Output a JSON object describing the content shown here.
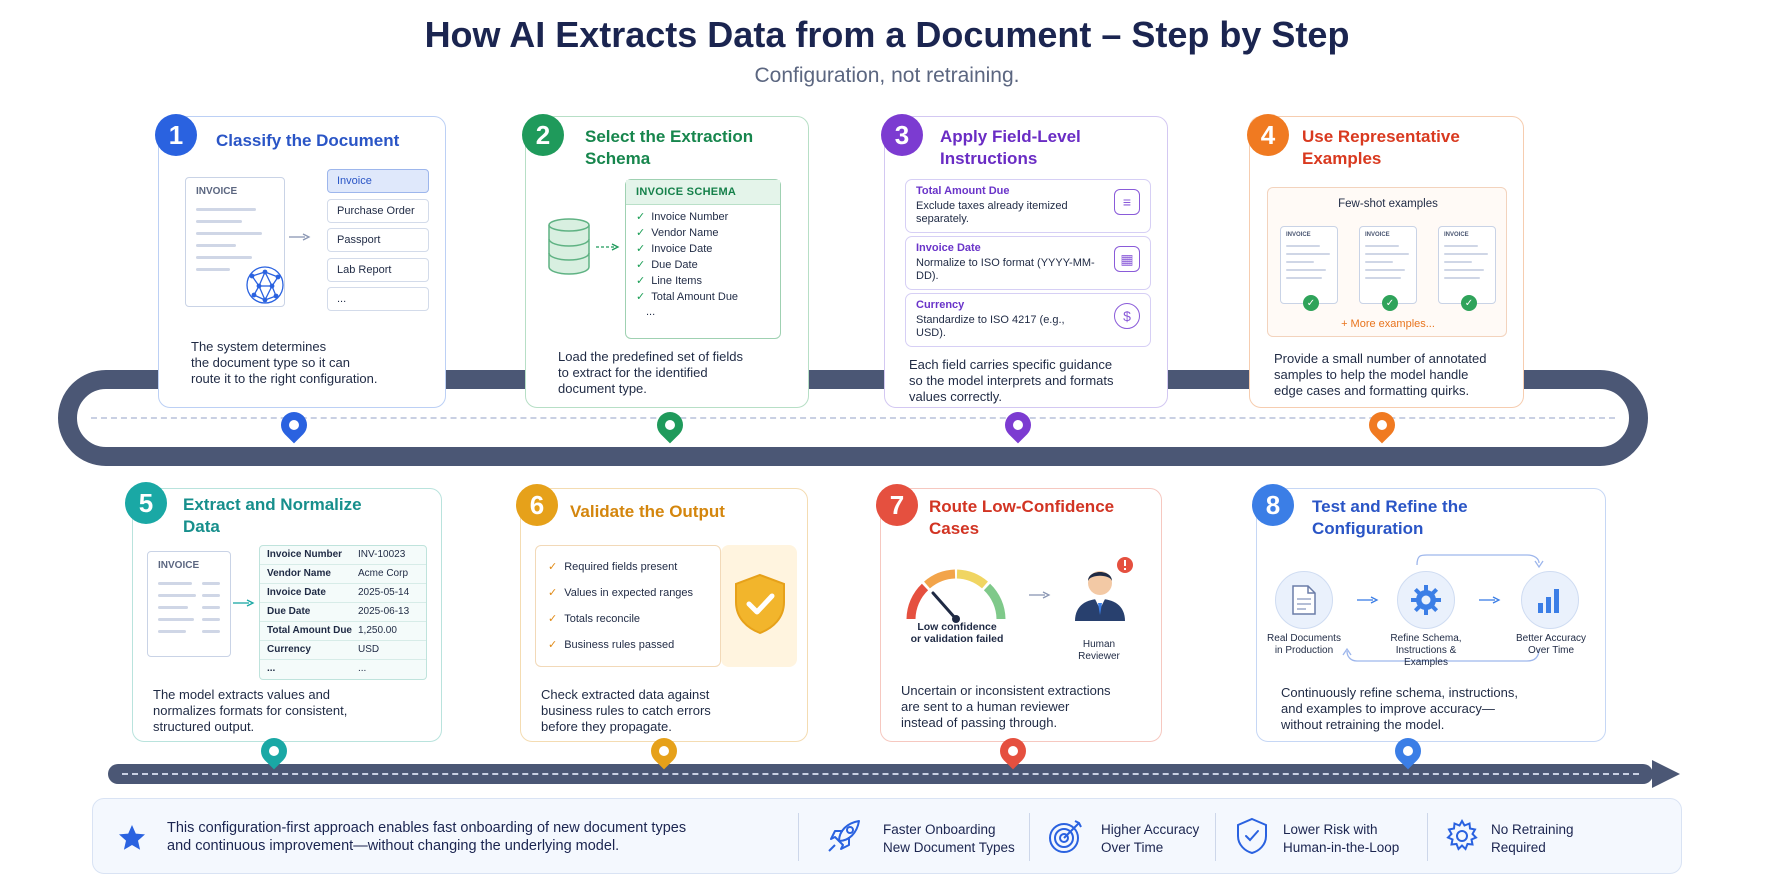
{
  "title": "How AI Extracts Data from a Document – Step by Step",
  "subtitle": "Configuration, not retraining.",
  "colors": {
    "road": "#4b5775",
    "step1": "#2a62e0",
    "step2": "#1f9a5b",
    "step3": "#7c3bd1",
    "step4": "#f07a21",
    "step5": "#1aa8a5",
    "step6": "#e6a11a",
    "step7": "#e5503f",
    "step8": "#3b7ee6"
  },
  "steps": [
    {
      "num": "1",
      "title": "Classify the Document",
      "desc": [
        "The system determines",
        "the document type so it can",
        "route it to the right configuration."
      ],
      "doc_title": "INVOICE",
      "types": [
        "Invoice",
        "Purchase Order",
        "Passport",
        "Lab Report",
        "..."
      ]
    },
    {
      "num": "2",
      "title": "Select the Extraction Schema",
      "desc": [
        "Load the predefined set of fields",
        "to extract for the identified",
        "document type."
      ],
      "schema_title": "INVOICE SCHEMA",
      "fields": [
        "Invoice Number",
        "Vendor Name",
        "Invoice Date",
        "Due Date",
        "Line Items",
        "Total Amount Due",
        "..."
      ]
    },
    {
      "num": "3",
      "title": "Apply Field-Level Instructions",
      "desc": [
        "Each field carries specific guidance",
        "so the model interprets and formats",
        "values correctly."
      ],
      "instructions": [
        {
          "name": "Total Amount Due",
          "text": "Exclude taxes already itemized separately."
        },
        {
          "name": "Invoice Date",
          "text": "Normalize to ISO format (YYYY-MM-DD)."
        },
        {
          "name": "Currency",
          "text": "Standardize to ISO 4217 (e.g., USD)."
        }
      ]
    },
    {
      "num": "4",
      "title": "Use Representative Examples",
      "desc": [
        "Provide a small number of annotated",
        "samples to help the model handle",
        "edge cases and formatting quirks."
      ],
      "fewshot_label": "Few-shot examples",
      "mini_title": "INVOICE",
      "more": "+ More examples..."
    },
    {
      "num": "5",
      "title": "Extract and Normalize Data",
      "desc": [
        "The model extracts values and",
        "normalizes formats for consistent,",
        "structured output."
      ],
      "doc_title": "INVOICE",
      "rows": [
        [
          "Invoice Number",
          "INV-10023"
        ],
        [
          "Vendor Name",
          "Acme Corp"
        ],
        [
          "Invoice Date",
          "2025-05-14"
        ],
        [
          "Due Date",
          "2025-06-13"
        ],
        [
          "Total Amount Due",
          "1,250.00"
        ],
        [
          "Currency",
          "USD"
        ],
        [
          "...",
          "..."
        ]
      ]
    },
    {
      "num": "6",
      "title": "Validate the Output",
      "desc": [
        "Check extracted data against",
        "business rules to catch errors",
        "before they propagate."
      ],
      "checks": [
        "Required fields present",
        "Values in expected ranges",
        "Totals reconcile",
        "Business rules passed"
      ]
    },
    {
      "num": "7",
      "title": "Route Low-Confidence Cases",
      "desc": [
        "Uncertain or inconsistent extractions",
        "are sent to a human reviewer",
        "instead of passing through."
      ],
      "gauge_label": [
        "Low confidence",
        "or validation failed"
      ],
      "reviewer_label": [
        "Human",
        "Reviewer"
      ]
    },
    {
      "num": "8",
      "title": "Test and Refine the Configuration",
      "desc": [
        "Continuously refine schema, instructions,",
        "and examples to improve accuracy—",
        "without retraining the model."
      ],
      "loop": [
        [
          "Real Documents",
          "in Production"
        ],
        [
          "Refine Schema,",
          "Instructions &",
          "Examples"
        ],
        [
          "Better Accuracy",
          "Over Time"
        ]
      ]
    }
  ],
  "footer": {
    "text": [
      "This configuration-first approach enables fast onboarding of new document types",
      "and continuous improvement—without changing the underlying model."
    ],
    "benefits": [
      {
        "icon": "rocket-icon",
        "label": [
          "Faster Onboarding",
          "New Document Types"
        ]
      },
      {
        "icon": "target-icon",
        "label": [
          "Higher Accuracy",
          "Over Time"
        ]
      },
      {
        "icon": "shield-check-icon",
        "label": [
          "Lower Risk with",
          "Human-in-the-Loop"
        ]
      },
      {
        "icon": "gear-icon",
        "label": [
          "No Retraining",
          "Required"
        ]
      }
    ]
  }
}
